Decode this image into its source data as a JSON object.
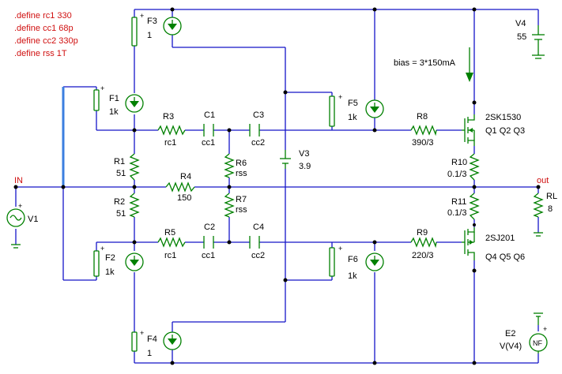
{
  "defines": [
    ".define rc1 330",
    ".define cc1 68p",
    ".define cc2 330p",
    ".define rss 1T"
  ],
  "components": {
    "F3": {
      "name": "F3",
      "value": "1"
    },
    "F1": {
      "name": "F1",
      "value": "1k"
    },
    "F5": {
      "name": "F5",
      "value": "1k"
    },
    "F2": {
      "name": "F2",
      "value": "1k"
    },
    "F6": {
      "name": "F6",
      "value": "1k"
    },
    "F4": {
      "name": "F4",
      "value": "1"
    },
    "R3": {
      "name": "R3",
      "value": "rc1"
    },
    "C1": {
      "name": "C1",
      "value": "cc1"
    },
    "C3": {
      "name": "C3",
      "value": "cc2"
    },
    "R5": {
      "name": "R5",
      "value": "rc1"
    },
    "C2": {
      "name": "C2",
      "value": "cc1"
    },
    "C4": {
      "name": "C4",
      "value": "cc2"
    },
    "R1": {
      "name": "R1",
      "value": "51"
    },
    "R2": {
      "name": "R2",
      "value": "51"
    },
    "R4": {
      "name": "R4",
      "value": "150"
    },
    "R6": {
      "name": "R6",
      "value": "rss"
    },
    "R7": {
      "name": "R7",
      "value": "rss"
    },
    "V3": {
      "name": "V3",
      "value": "3.9"
    },
    "R8": {
      "name": "R8",
      "value": "390/3"
    },
    "R9": {
      "name": "R9",
      "value": "220/3"
    },
    "R10": {
      "name": "R10",
      "value": "0.1/3"
    },
    "R11": {
      "name": "R11",
      "value": "0.1/3"
    },
    "V4": {
      "name": "V4",
      "value": "55"
    },
    "RL": {
      "name": "RL",
      "value": "8"
    },
    "V1": {
      "name": "V1"
    },
    "E2": {
      "name": "E2",
      "value": "V(V4)",
      "symbol": "NF"
    },
    "Qtop": {
      "model": "2SK1530",
      "refs": "Q1 Q2 Q3"
    },
    "Qbot": {
      "model": "2SJ201",
      "refs": "Q4 Q5 Q6"
    }
  },
  "nets": {
    "input": "IN",
    "output": "out"
  },
  "annotations": {
    "bias": "bias = 3*150mA"
  },
  "colors": {
    "wire": "#1515c8",
    "component": "#008000",
    "netlabel": "#d01010",
    "highlight": "#3b7fe0"
  }
}
